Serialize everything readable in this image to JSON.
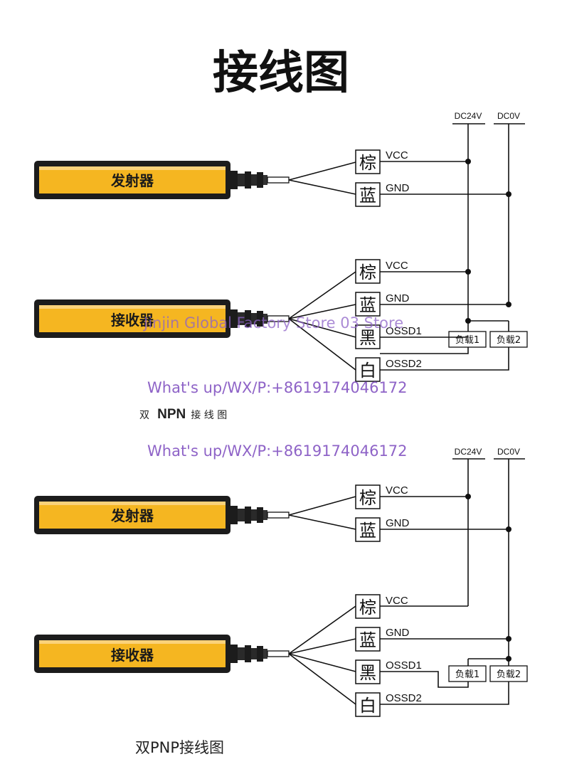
{
  "title": "接线图",
  "rails": {
    "dc24v": "DC24V",
    "dc0v": "DC0V"
  },
  "wire_colors": {
    "brown": "棕",
    "blue": "蓝",
    "black": "黑",
    "white": "白"
  },
  "signals": {
    "vcc": "VCC",
    "gnd": "GND",
    "ossd1": "OSSD1",
    "ossd2": "OSSD2"
  },
  "loads": {
    "load1": "负载1",
    "load2": "负载2"
  },
  "npn": {
    "emitter_label": "发射器",
    "receiver_label": "接收器",
    "caption_pre": "双",
    "caption_mid": "NPN",
    "caption_post": "接 线 图"
  },
  "pnp": {
    "emitter_label": "发射器",
    "receiver_label": "接收器",
    "caption": "双PNP接线图"
  },
  "watermarks": {
    "store": "Jinjin Global Factory Store 03 Store",
    "contact": "What's up/WX/P:+8619174046172"
  },
  "colors": {
    "sensor_body": "#f5b621",
    "sensor_frame": "#1c1c1c",
    "wire": "#111111",
    "watermark": "#8e63c7"
  }
}
